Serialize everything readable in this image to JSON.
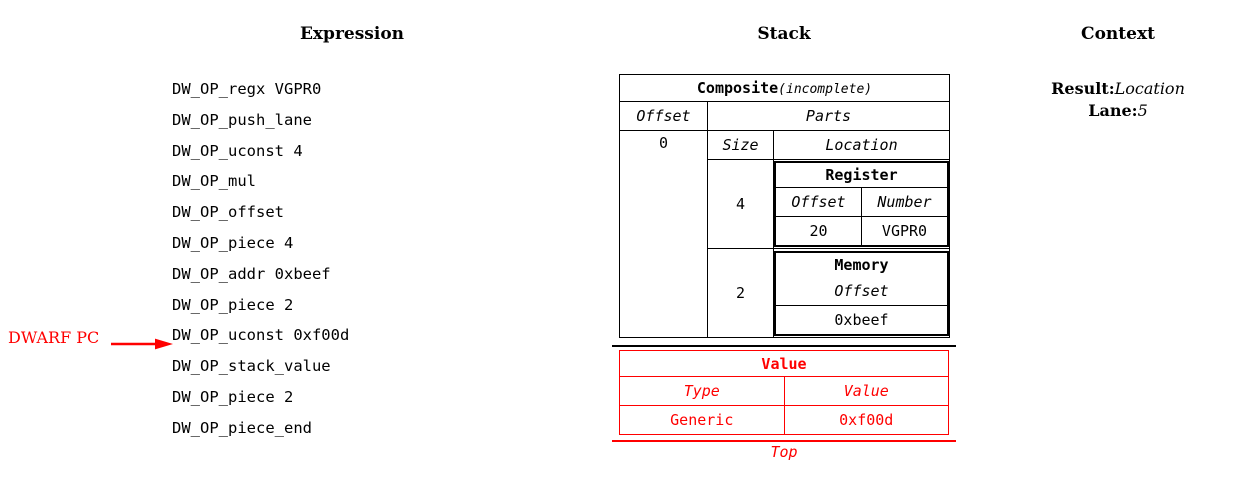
{
  "columns": {
    "expression_title": "Expression",
    "stack_title": "Stack",
    "context_title": "Context"
  },
  "expression": {
    "lines": [
      "DW_OP_regx VGPR0",
      "DW_OP_push_lane",
      "DW_OP_uconst 4",
      "DW_OP_mul",
      "DW_OP_offset",
      "DW_OP_piece 4",
      "DW_OP_addr 0xbeef",
      "DW_OP_piece 2",
      "DW_OP_uconst 0xf00d",
      "DW_OP_stack_value",
      "DW_OP_piece 2",
      "DW_OP_piece_end"
    ],
    "pc_marker": {
      "label": "DWARF PC",
      "points_to_line": "DW_OP_stack_value",
      "color": "#ff0000"
    }
  },
  "stack": {
    "composite": {
      "title": "Composite",
      "title_suffix": "(incomplete)",
      "offset_header": "Offset",
      "offset_value": "0",
      "parts_header": "Parts",
      "size_header": "Size",
      "location_header": "Location",
      "parts": [
        {
          "size": "4",
          "location": {
            "kind": "Register",
            "headers": [
              "Offset",
              "Number"
            ],
            "values": [
              "20",
              "VGPR0"
            ]
          }
        },
        {
          "size": "2",
          "location": {
            "kind": "Memory",
            "headers": [
              "Offset"
            ],
            "values": [
              "0xbeef"
            ]
          }
        }
      ]
    },
    "value": {
      "title": "Value",
      "headers": [
        "Type",
        "Value"
      ],
      "values": [
        "Generic",
        "0xf00d"
      ],
      "color": "#ff0000"
    },
    "top_label": "Top"
  },
  "context": {
    "result_key": "Result:",
    "result_value": "Location",
    "lane_key": "Lane:",
    "lane_value": "5"
  }
}
